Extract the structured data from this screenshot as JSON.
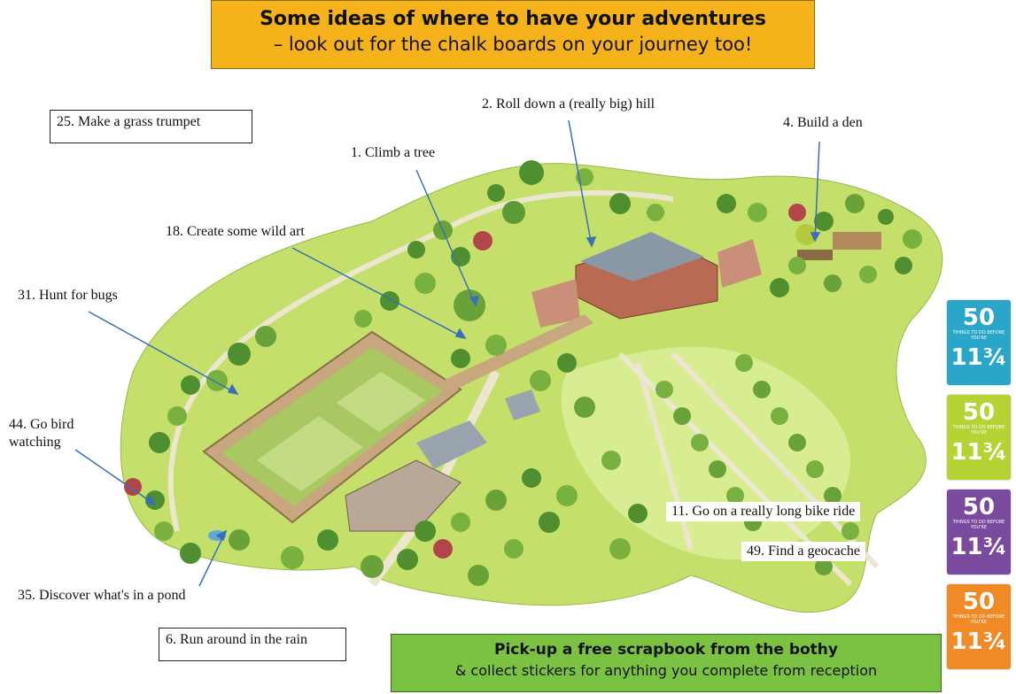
{
  "header": {
    "line1": "Some ideas of where to have your adventures",
    "line2": "– look out for the chalk boards on your journey too!"
  },
  "labels": {
    "grass_trumpet": "25. Make a grass trumpet",
    "climb_tree": "1. Climb a tree",
    "roll_hill": "2. Roll down a (really big) hill",
    "build_den": "4. Build a den",
    "wild_art": "18. Create some wild art",
    "hunt_bugs": "31. Hunt for bugs",
    "bird_watching_1": "44. Go bird",
    "bird_watching_2": "watching",
    "bike_ride": "11. Go on a really long bike ride",
    "geocache": "49. Find a geocache",
    "pond": "35. Discover what's in a pond",
    "rain": "6. Run around in the rain"
  },
  "footer": {
    "line1": "Pick-up a free scrapbook from the bothy",
    "line2": "& collect stickers for anything you complete from reception"
  },
  "badges": [
    {
      "number": "50",
      "text": "THINGS TO DO BEFORE YOU'RE",
      "age": "11¾",
      "color": "#2aa6c8"
    },
    {
      "number": "50",
      "text": "THINGS TO DO BEFORE YOU'RE",
      "age": "11¾",
      "color": "#b5d334"
    },
    {
      "number": "50",
      "text": "THINGS TO DO BEFORE YOU'RE",
      "age": "11¾",
      "color": "#7a4a9e"
    },
    {
      "number": "50",
      "text": "THINGS TO DO BEFORE YOU'RE",
      "age": "11¾",
      "color": "#f08a24"
    }
  ],
  "colors": {
    "grass": "#b9dc5a",
    "grass_light": "#d6ea8a",
    "path": "#e9e2c8",
    "wall": "#c9a77e",
    "tree_dark": "#4f8f2f",
    "tree_mid": "#79b140",
    "tree_red": "#b2454a",
    "arrow": "#3a6fb7"
  }
}
